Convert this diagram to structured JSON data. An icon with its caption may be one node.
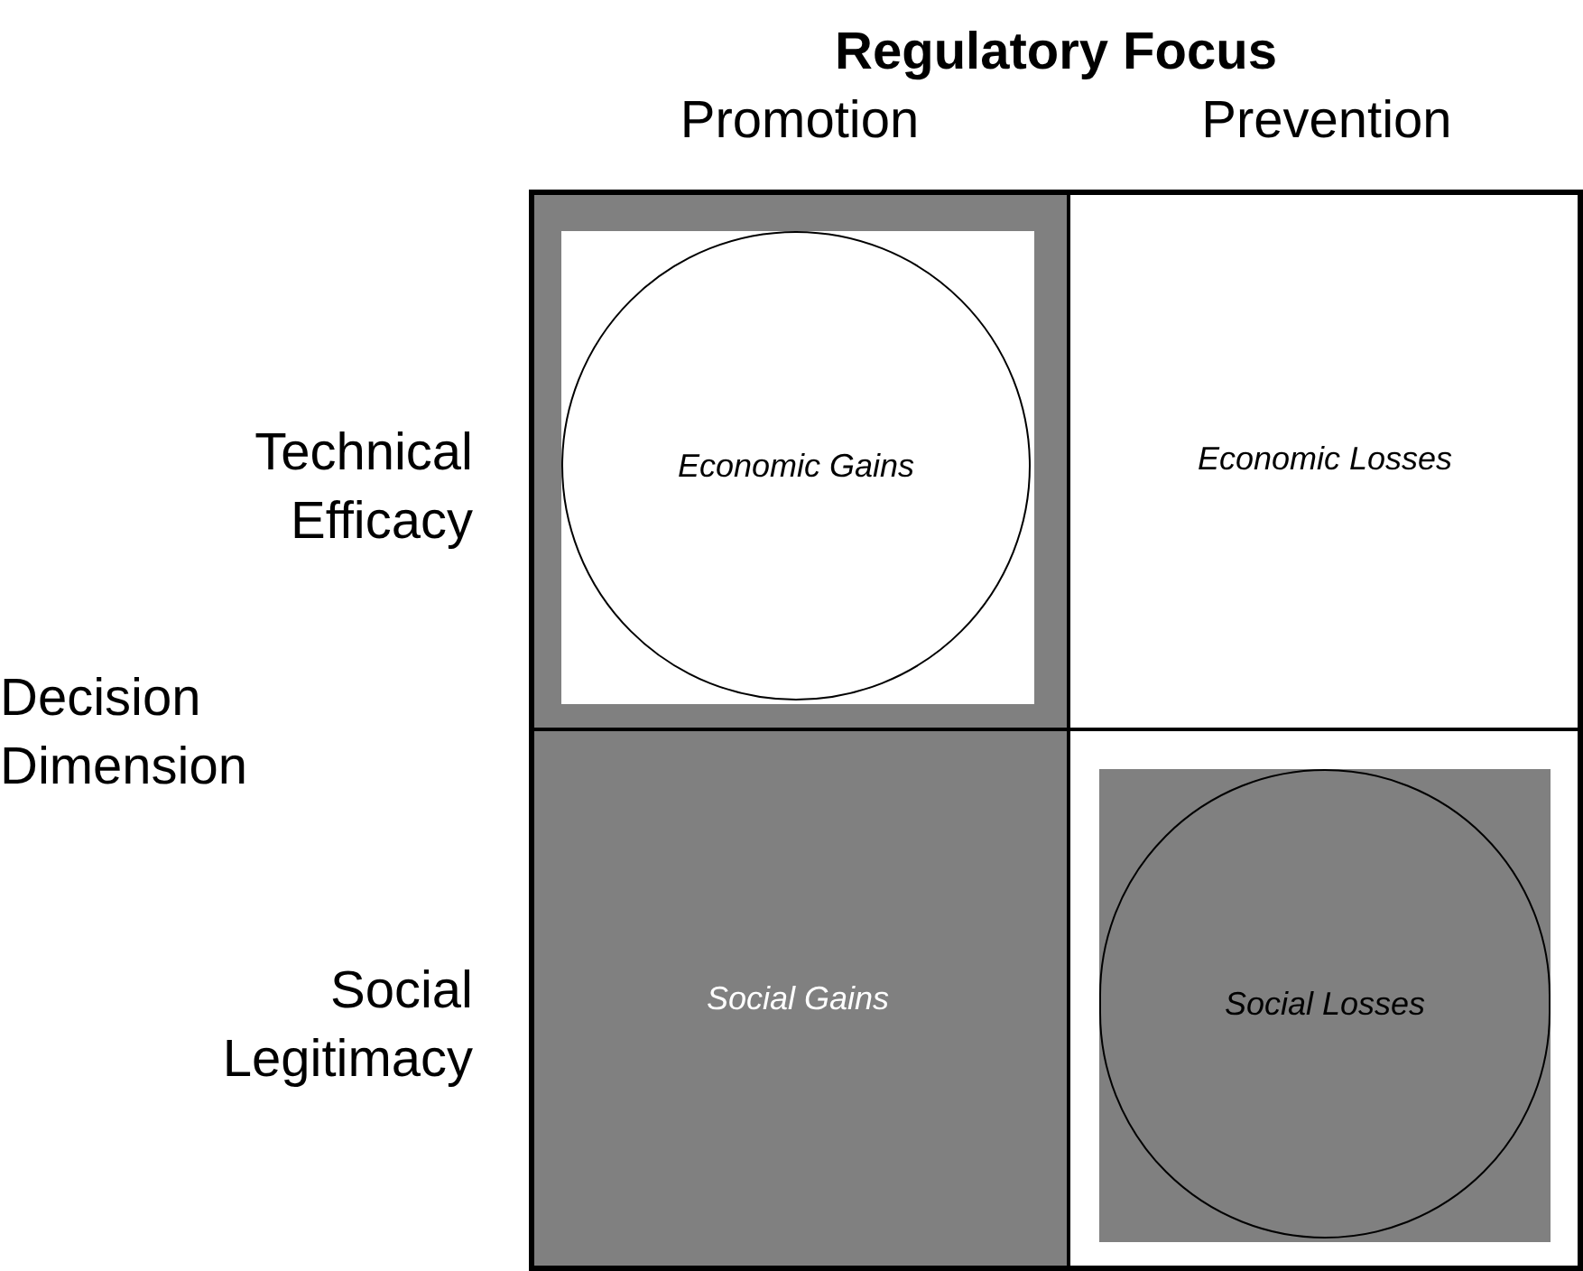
{
  "diagram": {
    "nodes": [
      {
        "text": [],
        "shape": "box"
      },
      {
        "text": [],
        "shape": "box",
        "in": 0
      },
      {
        "text": [
          "Economic Gains"
        ],
        "in": 1
      },
      {
        "text": [
          "Economic Losses"
        ]
      },
      {
        "text": [
          "Social Gains"
        ]
      },
      {
        "text": [],
        "shape": "box"
      },
      {
        "text": [],
        "shape": "box",
        "in": 5
      },
      {
        "text": [
          "Social Losses"
        ],
        "in": 6
      }
    ],
    "labels": [
      "Regulatory Focus",
      "Promotion",
      "Prevention",
      "Technical Efficacy",
      "Decision Dimension",
      "Social Legitimacy"
    ]
  }
}
